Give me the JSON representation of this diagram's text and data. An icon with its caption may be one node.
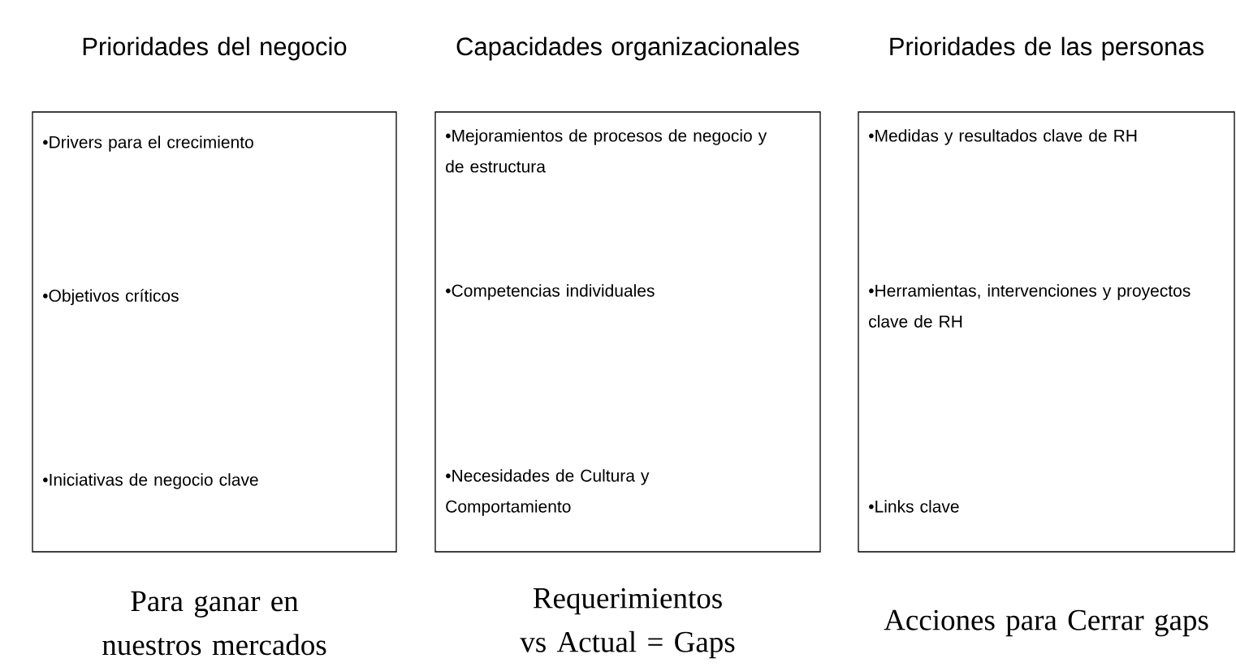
{
  "diagram": {
    "nodes": [
      {
        "text": [
          "Prioridades del negocio",
          "•Drivers para el crecimiento",
          "•Objetivos críticos",
          "•Iniciativas de negocio clave"
        ],
        "beside": [
          "Para ganar en nuestros mercados"
        ]
      },
      {
        "text": [
          "Capacidades organizacionales",
          "•Mejoramientos de procesos de negocio y de estructura",
          "•Competencias individuales",
          "•Necesidades de Cultura y Comportamiento"
        ],
        "beside": [
          "Requerimientos vs Actual = Gaps"
        ]
      },
      {
        "text": [
          "Prioridades de las personas",
          "•Medidas y resultados clave de RH",
          "•Herramientas, intervenciones y proyectos clave de RH",
          "•Links clave"
        ],
        "beside": [
          "Acciones para Cerrar gaps"
        ]
      }
    ]
  }
}
